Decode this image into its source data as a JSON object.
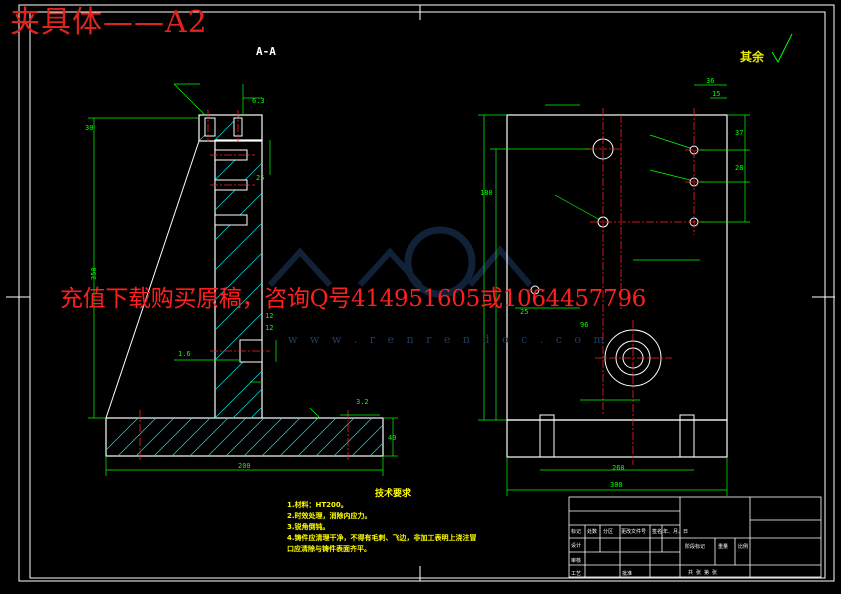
{
  "drawing": {
    "title": "夹具体——A2",
    "section_label": "A-A",
    "surface_note": "其余",
    "watermark_text": "充值下载购买原稿，咨询Q号414951605或1064457796",
    "watermark_url": "w w w . r e n r e n d o c . c o m"
  },
  "left_view": {
    "dims": {
      "width": "200",
      "height": "350",
      "top": "30",
      "base": "40",
      "hole_dia": "12",
      "depth": "12",
      "a": "1.6",
      "b": "3.2",
      "c": "6.3",
      "d": "25"
    }
  },
  "right_view": {
    "dims": {
      "total_w": "260",
      "inner_w": "300",
      "d_180": "180",
      "d_25": "25",
      "d_15": "15",
      "d_37": "37",
      "d_36": "36",
      "d_28": "28",
      "d_96": "96"
    }
  },
  "notes": {
    "title": "技术要求",
    "items": [
      "1.材料：HT200。",
      "2.时效处理，消除内应力。",
      "3.锐角倒钝。",
      "4.铸件应清理干净，不得有毛刺、飞边，非加工表明上浇注冒",
      "口应清除与铸件表面齐平。"
    ]
  },
  "title_block": {
    "cells": [
      "标记",
      "处数",
      "分区",
      "更改文件号",
      "签名",
      "年、月、日",
      "设计",
      "审核",
      "工艺",
      "批准",
      "阶段标记",
      "重量",
      "比例",
      "共  张  第  张"
    ]
  },
  "colors": {
    "outline": "#ffffff",
    "dimension": "#00ff00",
    "centerline": "#ff2020",
    "hatch": "#00e5e5",
    "title": "#e0241c",
    "notes": "#ffff00",
    "watermark": "#1e3c66"
  }
}
